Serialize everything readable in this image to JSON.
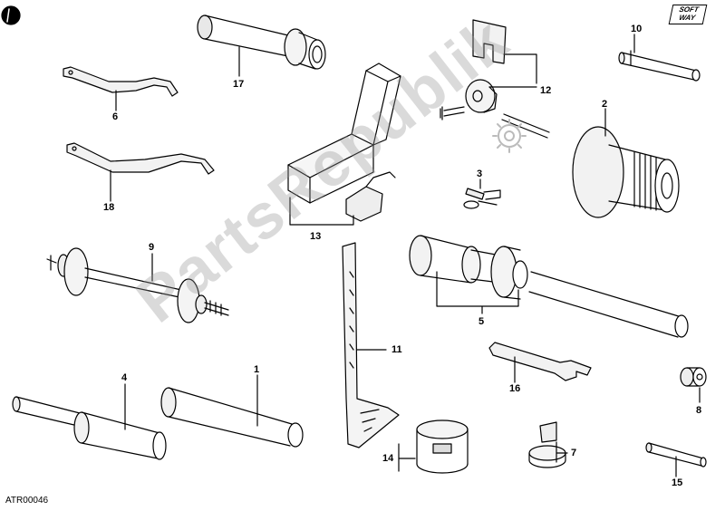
{
  "diagram_code": "ATR00046",
  "brand_logo": {
    "line1": "SOFT",
    "line2": "WAY"
  },
  "watermark": "PartsRepublik",
  "callouts": {
    "c1": "1",
    "c2": "2",
    "c3": "3",
    "c4": "4",
    "c5": "5",
    "c6": "6",
    "c7": "7",
    "c8": "8",
    "c9": "9",
    "c10": "10",
    "c11": "11",
    "c12": "12",
    "c13": "13",
    "c14": "14",
    "c15": "15",
    "c16": "16",
    "c17": "17",
    "c18": "18"
  }
}
